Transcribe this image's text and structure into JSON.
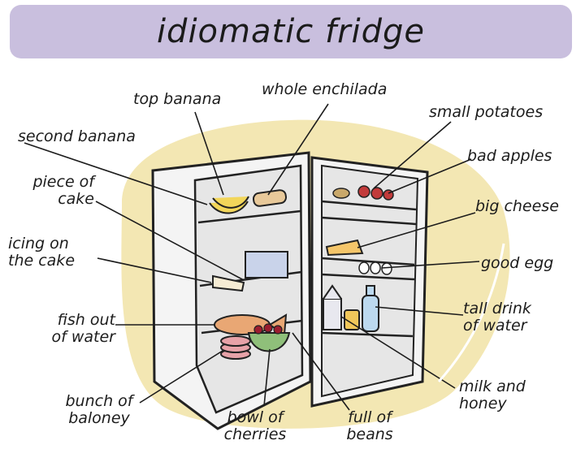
{
  "title": "idiomatic fridge",
  "labels": {
    "top_banana": "top banana",
    "whole_enchilada": "whole enchilada",
    "small_potatoes": "small potatoes",
    "second_banana": "second banana",
    "bad_apples": "bad apples",
    "piece_of_cake_1": "piece of",
    "piece_of_cake_2": "cake",
    "big_cheese": "big cheese",
    "icing_1": "icing on",
    "icing_2": "the cake",
    "good_egg": "good egg",
    "tall_drink_1": "tall drink",
    "tall_drink_2": "of water",
    "fish_1": "fish out",
    "fish_2": "of water",
    "milk_1": "milk and",
    "milk_2": "honey",
    "baloney_1": "bunch of",
    "baloney_2": "baloney",
    "cherries_1": "bowl of",
    "cherries_2": "cherries",
    "beans_1": "full of",
    "beans_2": "beans"
  },
  "colors": {
    "banner": "#c9bfde",
    "blob": "#f3e7b3",
    "fridge_interior": "#e6e6e6",
    "fridge_body": "#f4f4f4",
    "banana": "#f2d65a",
    "fish": "#e9a774",
    "cherries": "#9b1d2f",
    "bowl": "#8fbf7a",
    "baloney": "#e7a2a8",
    "cheese": "#f5c66a",
    "carton": "#e8e8ef",
    "bottle": "#bcd9ef"
  }
}
